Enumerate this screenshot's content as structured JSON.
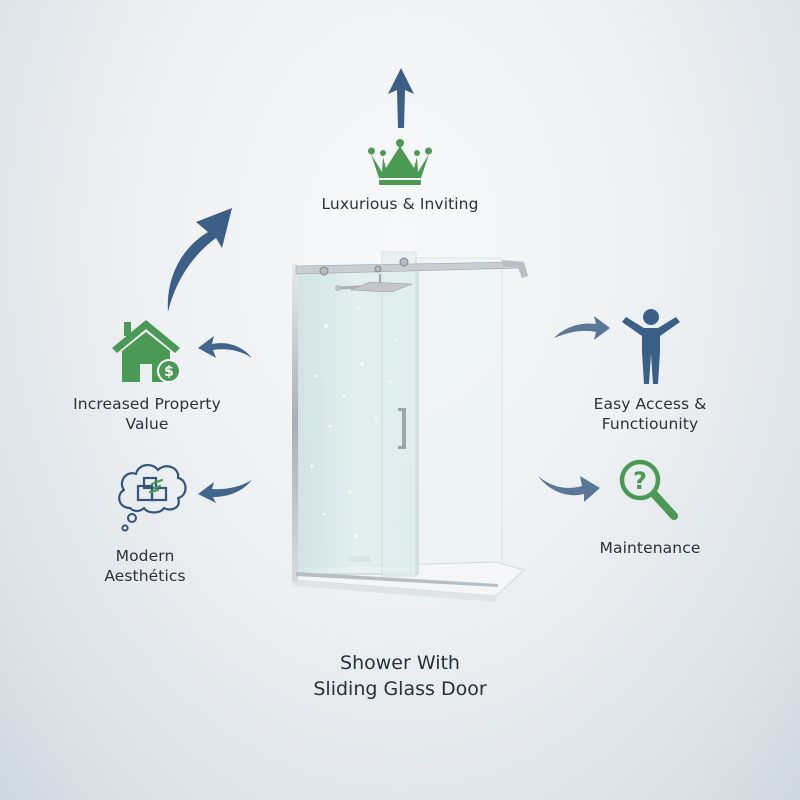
{
  "diagram": {
    "title_line1": "Shower With",
    "title_line2": "Sliding Glass Door",
    "center_image": "sliding-glass-shower-enclosure",
    "benefits": [
      {
        "id": "luxurious",
        "label": "Luxurious & Inviting",
        "icon": "crown-icon",
        "arrow": "up"
      },
      {
        "id": "property",
        "label_line1": "Increased Property",
        "label_line2": "Value",
        "icon": "house-dollar-icon",
        "arrow": "curved-up-right"
      },
      {
        "id": "aesthetics",
        "label_line1": "Modern",
        "label_line2": "Aesthétics",
        "icon": "thought-cloud-icon",
        "arrow": "curved-left"
      },
      {
        "id": "access",
        "label_line1": "Easy Access &",
        "label_line2": "Functiounity",
        "icon": "person-arms-up-icon",
        "arrow": "curved-right"
      },
      {
        "id": "maintenance",
        "label": "Maintenance",
        "icon": "magnifier-question-icon",
        "arrow": "curved-right"
      }
    ]
  },
  "colors": {
    "green": "#4a9a55",
    "navy": "#3b5f86",
    "text": "#2b3239",
    "bg_top": "#f7f8f9",
    "bg_bottom": "#cfd8df"
  }
}
